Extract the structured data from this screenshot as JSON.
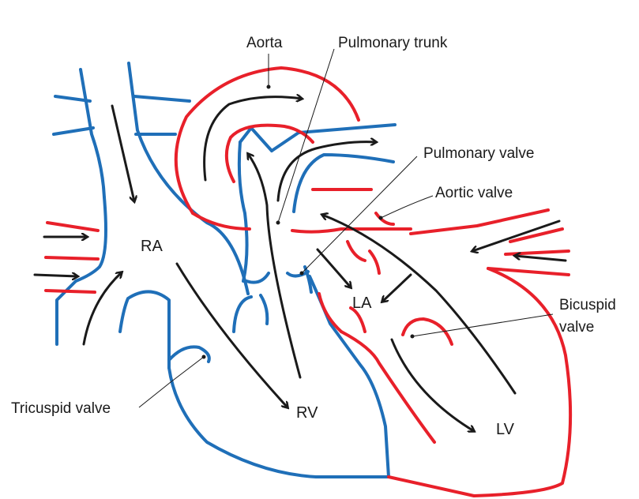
{
  "labels": {
    "aorta": "Aorta",
    "pulmonary_trunk": "Pulmonary trunk",
    "pulmonary_valve": "Pulmonary valve",
    "aortic_valve": "Aortic valve",
    "bicuspid_valve_line1": "Bicuspid",
    "bicuspid_valve_line2": "valve",
    "tricuspid_valve": "Tricuspid valve"
  },
  "chambers": {
    "ra": "RA",
    "rv": "RV",
    "la": "LA",
    "lv": "LV"
  },
  "colors": {
    "deoxygenated": "#1f6fb8",
    "oxygenated": "#e8202a",
    "flow": "#1a1a1a"
  }
}
